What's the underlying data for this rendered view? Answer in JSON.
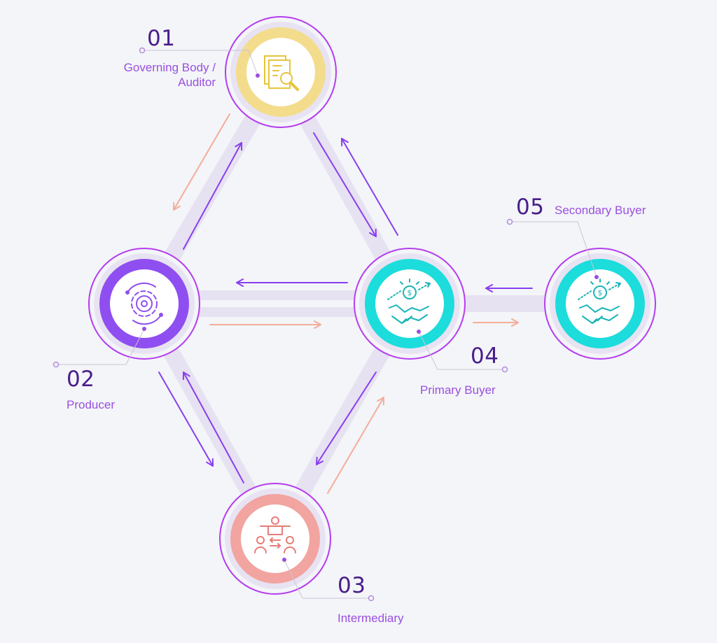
{
  "nodes": [
    {
      "id": "01",
      "label": "Governing Body /\nAuditor",
      "icon": "document-search-icon",
      "color": "#f3dc8c",
      "icon_color": "#e7c43a"
    },
    {
      "id": "02",
      "label": "Producer",
      "icon": "gear-cycle-icon",
      "color": "#8f4ff0",
      "icon_color": "#8f4ff0"
    },
    {
      "id": "03",
      "label": "Intermediary",
      "icon": "people-exchange-icon",
      "color": "#f2a4a0",
      "icon_color": "#e77c77"
    },
    {
      "id": "04",
      "label": "Primary Buyer",
      "icon": "handshake-money-icon",
      "color": "#1cdcdc",
      "icon_color": "#1bb5b8"
    },
    {
      "id": "05",
      "label": "Secondary Buyer",
      "icon": "handshake-money-icon",
      "color": "#1cdcdc",
      "icon_color": "#1bb5b8"
    }
  ],
  "colors": {
    "ring": "#b63cf0",
    "track": "#e6e2f1",
    "arrow_purple": "#8a3ef0",
    "arrow_salmon": "#f4ad9a",
    "number": "#4a1d8a",
    "label": "#9b4fe0",
    "background": "#f3f5f8"
  }
}
